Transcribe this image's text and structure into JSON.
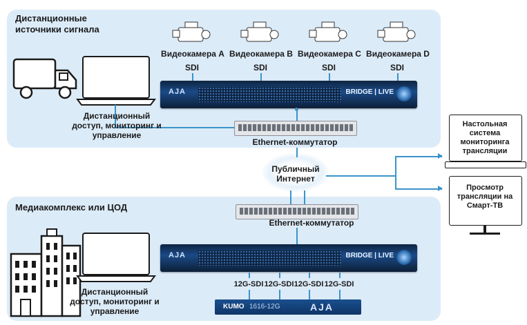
{
  "top_panel": {
    "title": "Дистанционные источники сигнала",
    "cameras": [
      {
        "label": "Видеокамера A",
        "signal": "SDI"
      },
      {
        "label": "Видеокамера B",
        "signal": "SDI"
      },
      {
        "label": "Видеокамера C",
        "signal": "SDI"
      },
      {
        "label": "Видеокамера D",
        "signal": "SDI"
      }
    ],
    "remote_label": "Дистанционный доступ, мониторинг и управление",
    "switch_label": "Ethernet-коммутатор"
  },
  "internet": {
    "label": "Публичный Интернет"
  },
  "bottom_panel": {
    "title": "Медиакомплекс или ЦОД",
    "switch_label": "Ethernet-коммутатор",
    "outputs": [
      "12G-SDI",
      "12G-SDI",
      "12G-SDI",
      "12G-SDI"
    ],
    "remote_label": "Дистанционный доступ, мониторинг и управление"
  },
  "devices": {
    "rack_logo": "AJA",
    "rack_brand": "BRIDGE | LIVE",
    "router_logo": "KUMO",
    "router_model": "1616-12G",
    "router_brand": "AJA"
  },
  "right": {
    "desktop_label": "Настольная система мониторинга трансляции",
    "tv_label": "Просмотр трансляции на Смарт-ТВ"
  },
  "colors": {
    "panel": "#dcebf8",
    "line": "#3a93c9",
    "rack": "#1b4a86"
  }
}
